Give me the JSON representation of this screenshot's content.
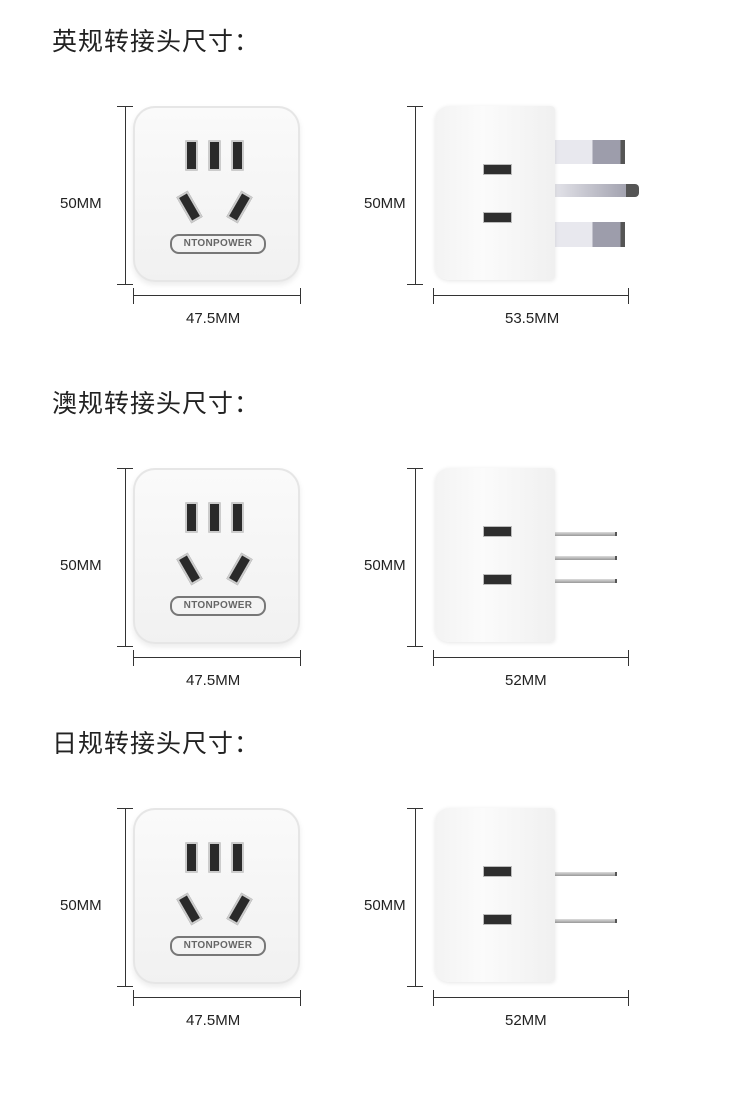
{
  "brand": "NTONPOWER",
  "sections": [
    {
      "title": "英规转接头尺寸：",
      "front_height": "50MM",
      "front_width": "47.5MM",
      "side_height": "50MM",
      "side_width": "53.5MM",
      "pin_type": "uk"
    },
    {
      "title": "澳规转接头尺寸：",
      "front_height": "50MM",
      "front_width": "47.5MM",
      "side_height": "50MM",
      "side_width": "52MM",
      "pin_type": "au"
    },
    {
      "title": "日规转接头尺寸：",
      "front_height": "50MM",
      "front_width": "47.5MM",
      "side_height": "50MM",
      "side_width": "52MM",
      "pin_type": "jp"
    }
  ]
}
